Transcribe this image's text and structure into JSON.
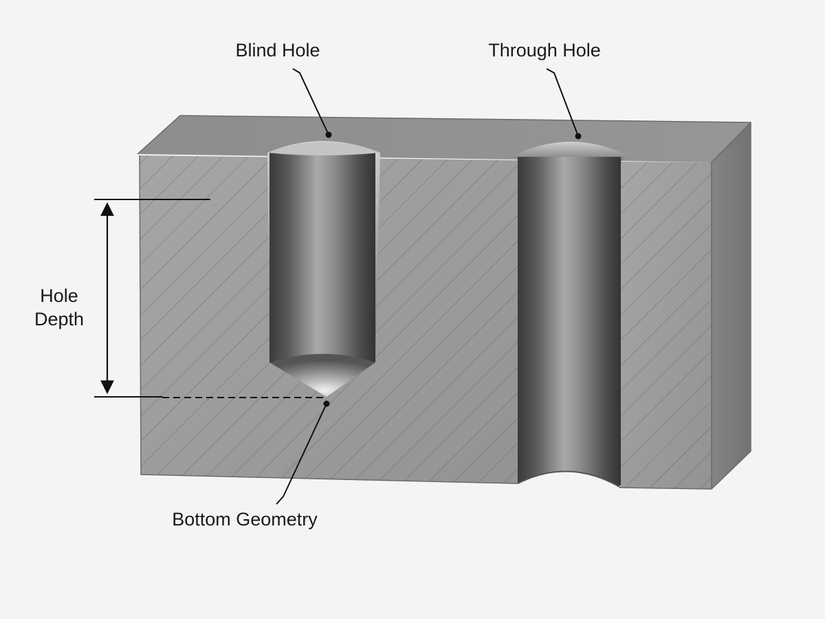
{
  "labels": {
    "blind_hole": "Blind Hole",
    "through_hole": "Through Hole",
    "hole_depth_line1": "Hole",
    "hole_depth_line2": "Depth",
    "bottom_geometry": "Bottom Geometry"
  },
  "colors": {
    "background": "#f4f4f4",
    "section_face": "#9c9c9c",
    "top_face": "#8a8a8a",
    "side_face": "#7c7c7c",
    "hatch": "#5e5e5e",
    "hole_dark": "#3c3c3c",
    "hole_light": "#a8a8a8",
    "leader_line": "#111111"
  }
}
